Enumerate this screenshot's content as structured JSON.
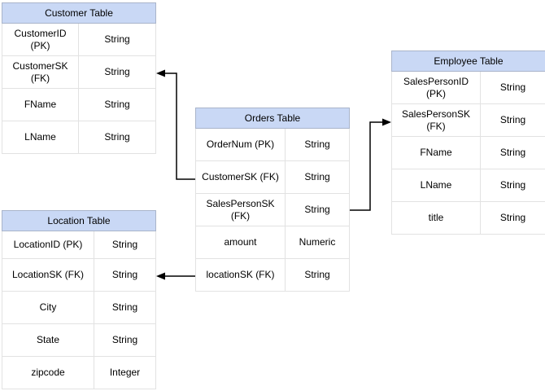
{
  "diagram": {
    "type": "entity-relationship",
    "tables": {
      "customer": {
        "title": "Customer Table",
        "rows": [
          {
            "name": "CustomerID (PK)",
            "type": "String"
          },
          {
            "name": "CustomerSK\n(FK)",
            "type": "String"
          },
          {
            "name": "FName",
            "type": "String"
          },
          {
            "name": "LName",
            "type": "String"
          }
        ]
      },
      "orders": {
        "title": "Orders Table",
        "rows": [
          {
            "name": "OrderNum (PK)",
            "type": "String"
          },
          {
            "name": "CustomerSK (FK)",
            "type": "String"
          },
          {
            "name": "SalesPersonSK\n(FK)",
            "type": "String"
          },
          {
            "name": "amount",
            "type": "Numeric"
          },
          {
            "name": "locationSK (FK)",
            "type": "String"
          }
        ]
      },
      "employee": {
        "title": "Employee Table",
        "rows": [
          {
            "name": "SalesPersonID (PK)",
            "type": "String"
          },
          {
            "name": "SalesPersonSK\n(FK)",
            "type": "String"
          },
          {
            "name": "FName",
            "type": "String"
          },
          {
            "name": "LName",
            "type": "String"
          },
          {
            "name": "title",
            "type": "String"
          }
        ]
      },
      "location": {
        "title": "Location Table",
        "rows": [
          {
            "name": "LocationID (PK)",
            "type": "String"
          },
          {
            "name": "LocationSK (FK)",
            "type": "String"
          },
          {
            "name": "City",
            "type": "String"
          },
          {
            "name": "State",
            "type": "String"
          },
          {
            "name": "zipcode",
            "type": "Integer"
          }
        ]
      }
    },
    "relationships": [
      {
        "from": "Orders Table.CustomerSK (FK)",
        "to": "Customer Table.CustomerSK (FK)"
      },
      {
        "from": "Orders Table.SalesPersonSK (FK)",
        "to": "Employee Table.SalesPersonSK (FK)"
      },
      {
        "from": "Orders Table.locationSK (FK)",
        "to": "Location Table.LocationSK (FK)"
      }
    ],
    "colors": {
      "table_header_fill": "#c9d8f5",
      "table_header_border": "#a9b4ca",
      "row_border": "#e2e2e2",
      "connector": "#000000",
      "background": "#ffffff"
    }
  }
}
